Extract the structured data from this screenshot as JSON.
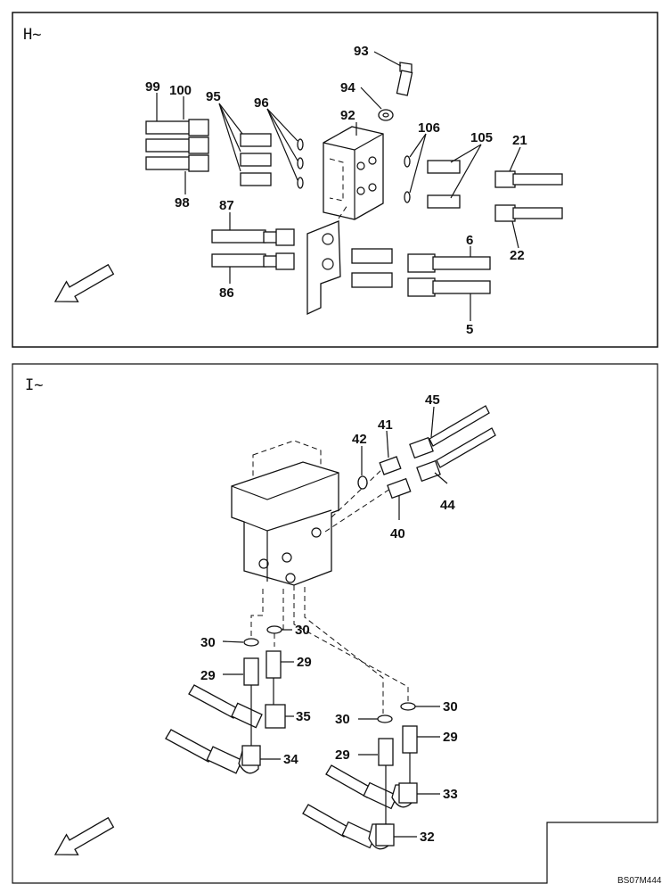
{
  "panels": [
    {
      "id": "H",
      "label": "H~",
      "callouts": [
        "93",
        "94",
        "92",
        "99",
        "100",
        "95",
        "96",
        "106",
        "105",
        "21",
        "98",
        "87",
        "6",
        "22",
        "86",
        "5"
      ]
    },
    {
      "id": "I",
      "label": "I~",
      "callouts": [
        "45",
        "41",
        "42",
        "44",
        "40",
        "30",
        "30",
        "29",
        "29",
        "35",
        "30",
        "30",
        "34",
        "29",
        "29",
        "33",
        "32"
      ]
    }
  ],
  "footer": {
    "drawing_code": "BS07M444"
  },
  "icons": [
    "direction-arrow-icon"
  ]
}
